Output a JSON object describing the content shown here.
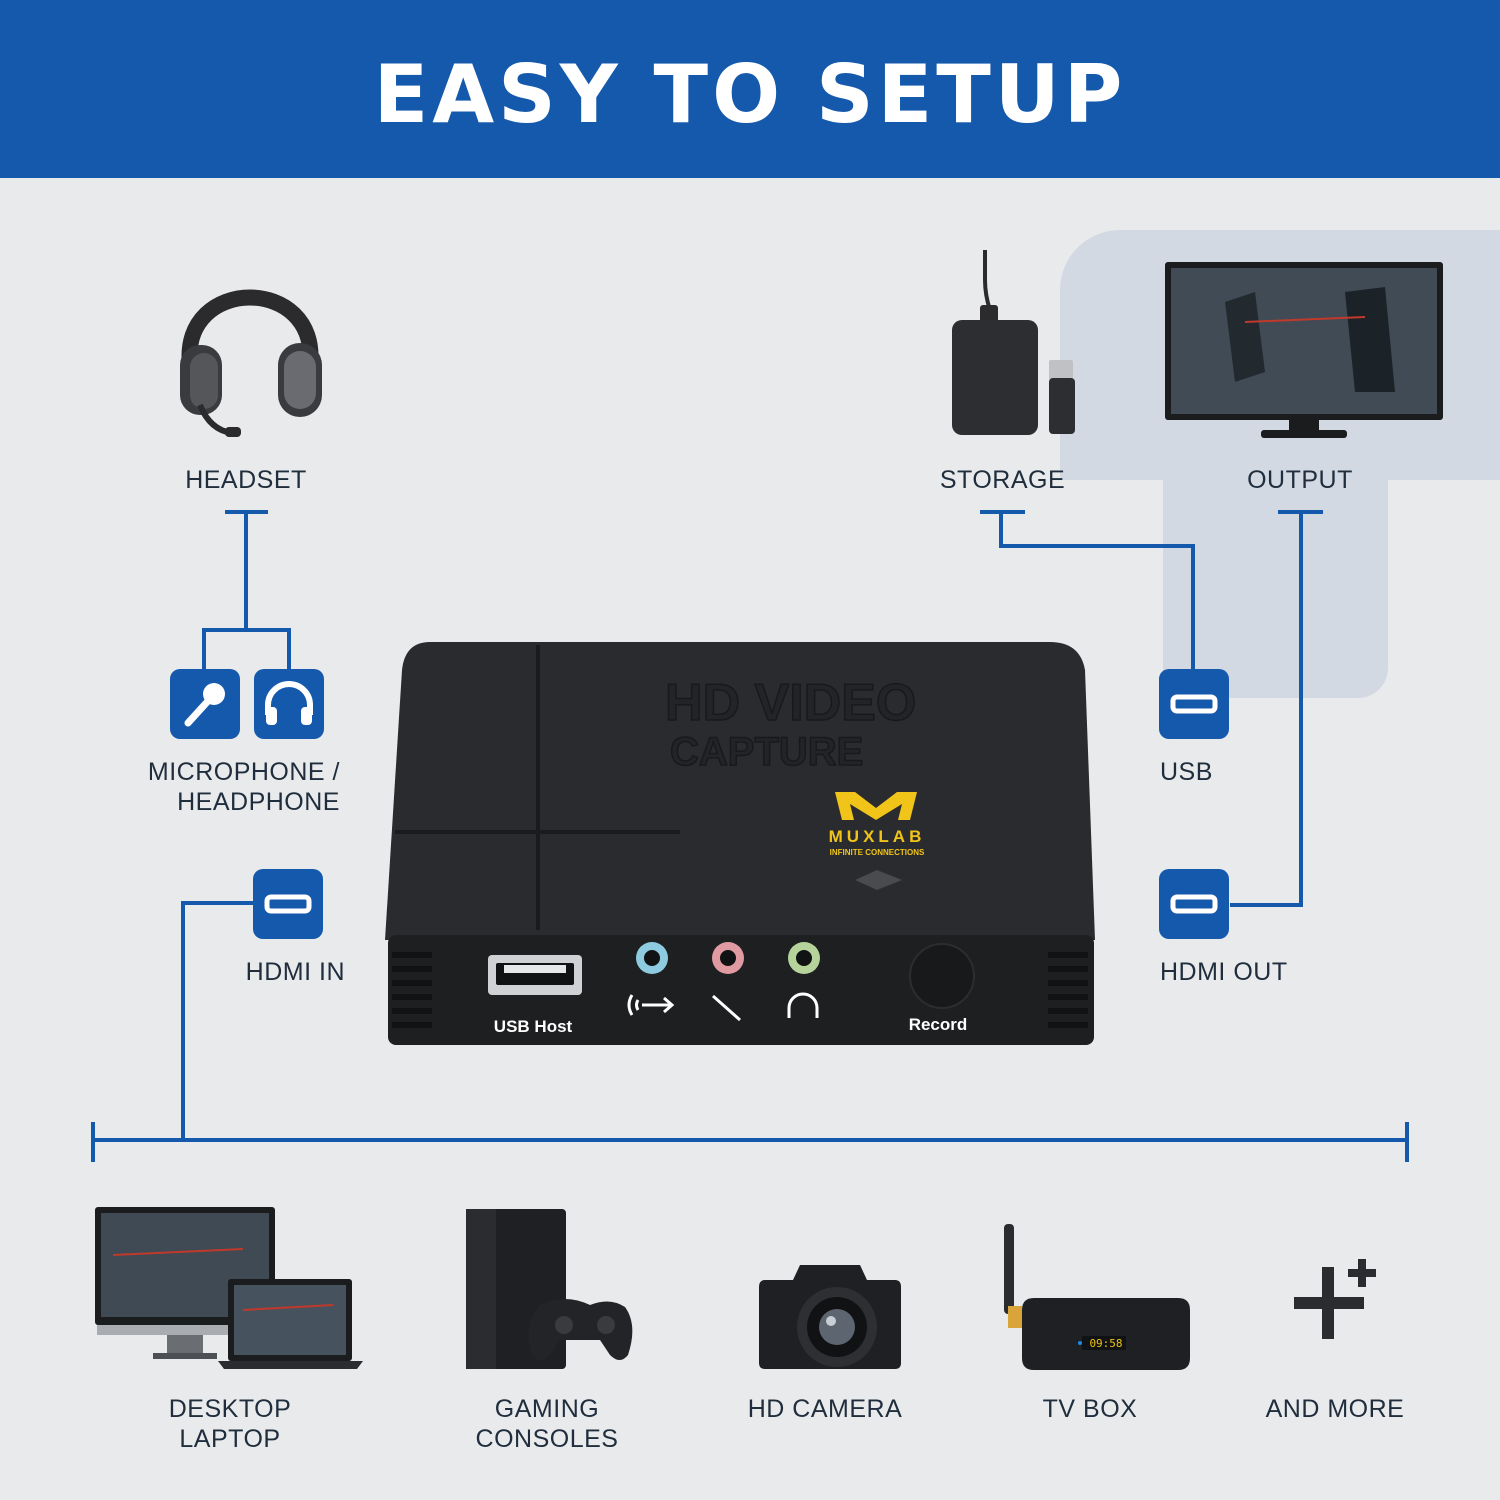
{
  "banner": {
    "title": "EASY TO SETUP"
  },
  "top_devices": {
    "headset": "HEADSET",
    "storage": "STORAGE",
    "output": "OUTPUT"
  },
  "ports": {
    "mic_headphone": [
      "MICROPHONE /",
      "HEADPHONE"
    ],
    "hdmi_in": "HDMI IN",
    "usb": "USB",
    "hdmi_out": "HDMI OUT"
  },
  "capture_box": {
    "brand": "MUXLAB",
    "tagline": "INFINITE CONNECTIONS",
    "embossed_line1": "HD VIDEO",
    "embossed_line2": "CAPTURE",
    "usb_port_label": "USB Host",
    "record_label": "Record",
    "ports": [
      "line-in-icon",
      "microphone-icon",
      "headphone-icon"
    ]
  },
  "sources": [
    {
      "lines": [
        "DESKTOP",
        "LAPTOP"
      ]
    },
    {
      "lines": [
        "GAMING",
        "CONSOLES"
      ]
    },
    {
      "lines": [
        "HD CAMERA"
      ]
    },
    {
      "lines": [
        "TV BOX"
      ]
    },
    {
      "lines": [
        "AND MORE"
      ]
    }
  ],
  "tv_box_display": "09:58",
  "colors": {
    "accent": "#1559ad",
    "background": "#e9eaec",
    "shape": "#d3d9e3",
    "device": "#1e1f21"
  }
}
